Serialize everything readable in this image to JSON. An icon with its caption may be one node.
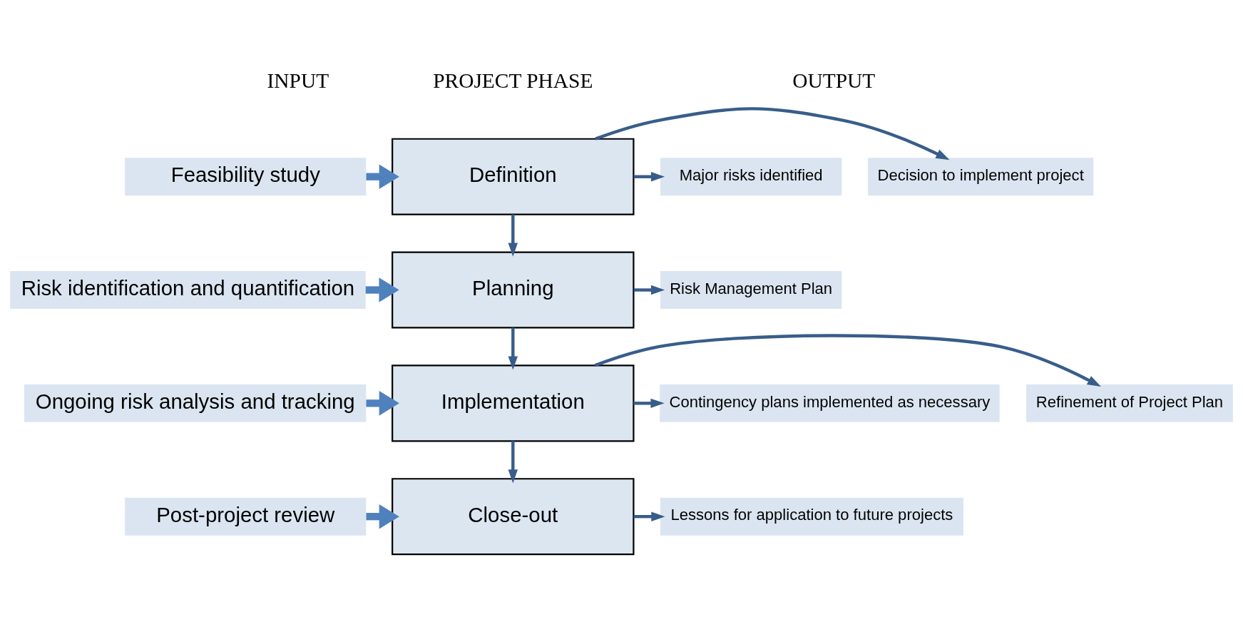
{
  "diagram": {
    "nodes": [
      {
        "text": [
          "Feasibility study"
        ]
      },
      {
        "text": [
          "Definition"
        ]
      },
      {
        "text": [
          "Decision to implement project"
        ]
      },
      {
        "text": [
          "Major risks identified"
        ]
      },
      {
        "text": [
          "Risk identification and quantification"
        ]
      },
      {
        "text": [
          "Planning"
        ]
      },
      {
        "text": [
          "Risk Management Plan"
        ]
      },
      {
        "text": [
          "Ongoing risk analysis and tracking"
        ]
      },
      {
        "text": [
          "Implementation"
        ]
      },
      {
        "text": [
          "Refinement of Project Plan"
        ]
      },
      {
        "text": [
          "Contingency plans implemented as necessary"
        ]
      },
      {
        "text": [
          "Post-project review"
        ]
      },
      {
        "text": [
          "Close-out"
        ]
      },
      {
        "text": [
          "Lessons for application to future projects"
        ]
      }
    ],
    "edges": [
      {
        "from": 0,
        "to": 1,
        "arrow": "to",
        "style": "thick",
        "color": "#4f81bd"
      },
      {
        "from": 1,
        "to": 2,
        "arrow": "to"
      },
      {
        "from": 1,
        "to": 3,
        "arrow": "to"
      },
      {
        "from": 1,
        "to": 5,
        "arrow": "to"
      },
      {
        "from": 4,
        "to": 5,
        "arrow": "to",
        "style": "thick",
        "color": "#4f81bd"
      },
      {
        "from": 5,
        "to": 6,
        "arrow": "to"
      },
      {
        "from": 5,
        "to": 8,
        "arrow": "to"
      },
      {
        "from": 7,
        "to": 8,
        "arrow": "to",
        "style": "thick",
        "color": "#4f81bd"
      },
      {
        "from": 8,
        "to": 9,
        "arrow": "to"
      },
      {
        "from": 8,
        "to": 10,
        "arrow": "to"
      },
      {
        "from": 8,
        "to": 12,
        "arrow": "to"
      },
      {
        "from": 11,
        "to": 12,
        "arrow": "to",
        "style": "thick",
        "color": "#4f81bd"
      },
      {
        "from": 12,
        "to": 13,
        "arrow": "to"
      }
    ],
    "labels": [
      "INPUT",
      "PROJECT PHASE",
      "OUTPUT"
    ]
  }
}
